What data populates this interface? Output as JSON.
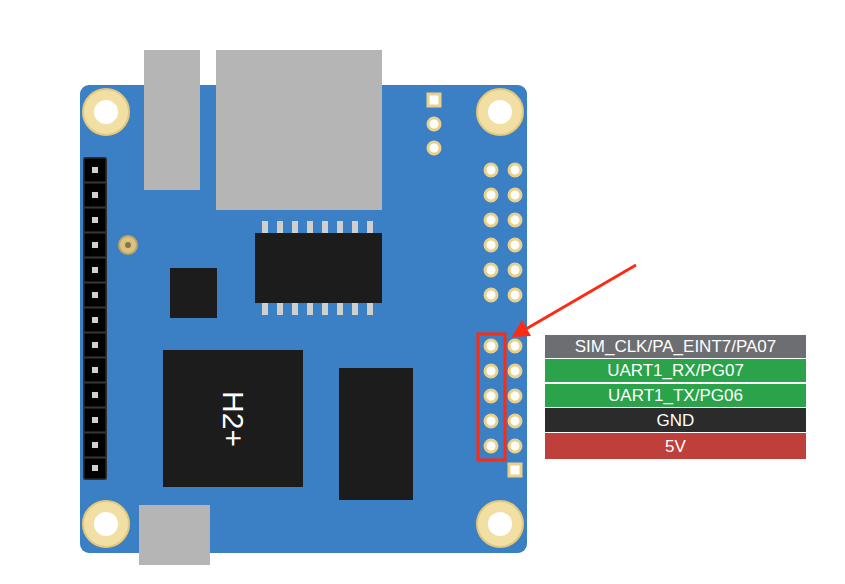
{
  "diagram": {
    "nodes": [
      {
        "text": [
          "H2+"
        ]
      },
      {
        "text": [
          "SIM_CLK/PA_EINT7/PA07"
        ]
      },
      {
        "text": [
          "UART1_RX/PG07"
        ]
      },
      {
        "text": [
          "UART1_TX/PG06"
        ]
      },
      {
        "text": [
          "GND"
        ]
      },
      {
        "text": [
          "5V"
        ]
      }
    ]
  }
}
